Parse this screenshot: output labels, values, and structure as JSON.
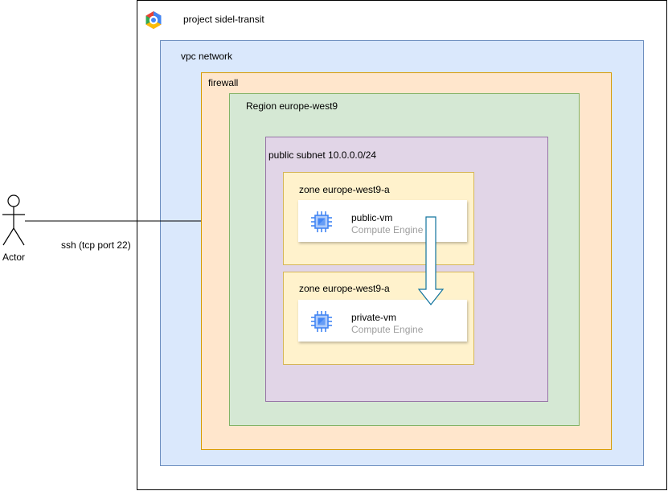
{
  "project": {
    "label": "project sidel-transit"
  },
  "vpc": {
    "label": "vpc network"
  },
  "firewall": {
    "label": "firewall"
  },
  "region": {
    "label": "Region europe-west9"
  },
  "subnet": {
    "label": "public subnet  10.0.0.0/24"
  },
  "zones": [
    {
      "label": "zone europe-west9-a"
    },
    {
      "label": "zone europe-west9-a"
    }
  ],
  "vms": [
    {
      "name": "public-vm",
      "service": "Compute Engine",
      "icon": "compute-engine-chip-icon"
    },
    {
      "name": "private-vm",
      "service": "Compute Engine",
      "icon": "compute-engine-chip-icon"
    }
  ],
  "actor": {
    "label": "Actor"
  },
  "connection": {
    "label": "ssh (tcp port 22)"
  },
  "colors": {
    "vpc": "#dae8fc",
    "firewall": "#ffe6cc",
    "region": "#d5e8d4",
    "subnet": "#e1d5e7",
    "zone": "#fff2cc",
    "chip": "#4285f4",
    "arrow": "#10739e"
  }
}
